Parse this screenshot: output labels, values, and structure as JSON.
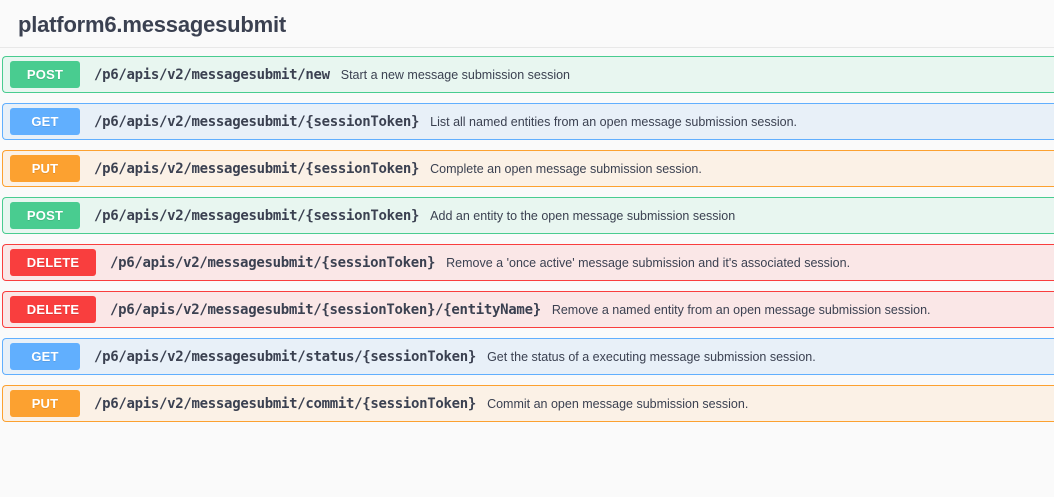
{
  "tag": {
    "title": "platform6.messagesubmit"
  },
  "colors": {
    "page_background": "#fafafa",
    "text": "#3b4151",
    "divider": "#e8e8e8",
    "get": "#61affe",
    "get_background": "#e8f0f8",
    "post": "#49cc90",
    "post_background": "#e8f6f0",
    "put": "#fca130",
    "put_background": "#fbf1e6",
    "delete": "#f93e3e",
    "delete_background": "#fae7e7"
  },
  "operations": [
    {
      "method": "POST",
      "path": "/p6/apis/v2/messagesubmit/new",
      "description": "Start a new message submission session"
    },
    {
      "method": "GET",
      "path": "/p6/apis/v2/messagesubmit/{sessionToken}",
      "description": "List all named entities from an open message submission session."
    },
    {
      "method": "PUT",
      "path": "/p6/apis/v2/messagesubmit/{sessionToken}",
      "description": "Complete an open message submission session."
    },
    {
      "method": "POST",
      "path": "/p6/apis/v2/messagesubmit/{sessionToken}",
      "description": "Add an entity to the open message submission session"
    },
    {
      "method": "DELETE",
      "path": "/p6/apis/v2/messagesubmit/{sessionToken}",
      "description": "Remove a 'once active' message submission and it's associated session."
    },
    {
      "method": "DELETE",
      "path": "/p6/apis/v2/messagesubmit/{sessionToken}/{entityName}",
      "description": "Remove a named entity from an open message submission session."
    },
    {
      "method": "GET",
      "path": "/p6/apis/v2/messagesubmit/status/{sessionToken}",
      "description": "Get the status of a executing message submission session."
    },
    {
      "method": "PUT",
      "path": "/p6/apis/v2/messagesubmit/commit/{sessionToken}",
      "description": "Commit an open message submission session."
    }
  ]
}
